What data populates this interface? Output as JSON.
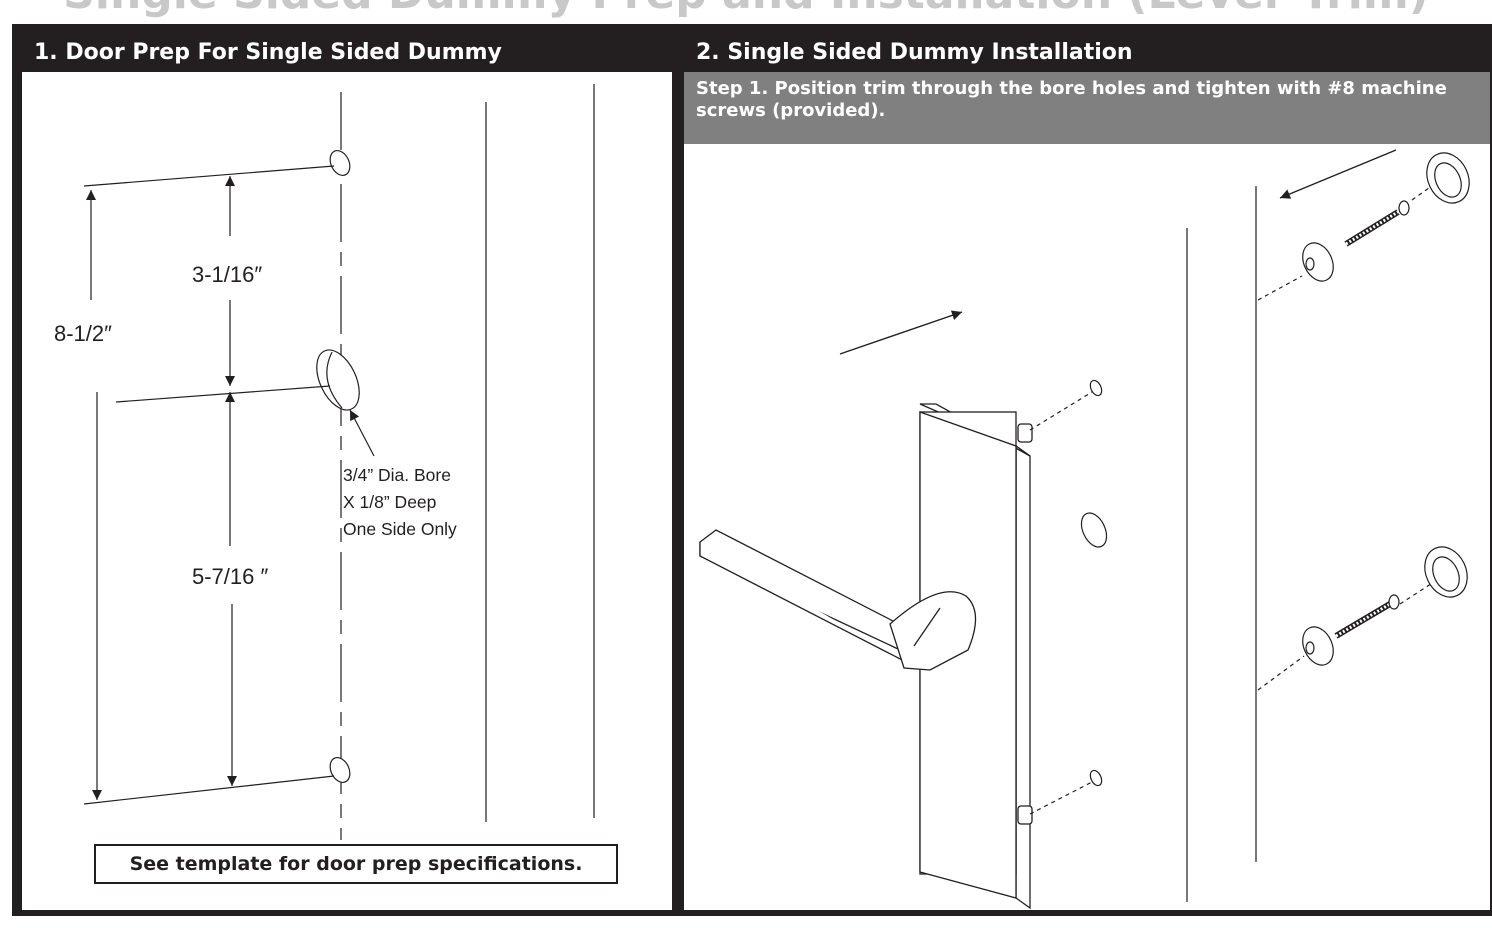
{
  "page": {
    "cut_title": "Single Sided Dummy Prep and Installation (Lever Trim)"
  },
  "sections": [
    {
      "title": "1. Door Prep For Single Sided Dummy"
    },
    {
      "title": "2. Single Sided Dummy Installation"
    }
  ],
  "prep": {
    "dim_upper": "3-1/16″",
    "dim_total": "8-1/2″",
    "dim_lower": "5-7/16 ″",
    "bore_note": [
      "3/4” Dia. Bore",
      "X 1/8” Deep",
      "One Side Only"
    ],
    "template_note": "See template for door prep specifications."
  },
  "install": {
    "step1": "Step 1. Position trim through the bore holes and tighten with #8 machine screws (provided)."
  },
  "colors": {
    "ink": "#231f20",
    "band": "#808080",
    "paper": "#ffffff",
    "faded_title": "#c8c8c8"
  }
}
